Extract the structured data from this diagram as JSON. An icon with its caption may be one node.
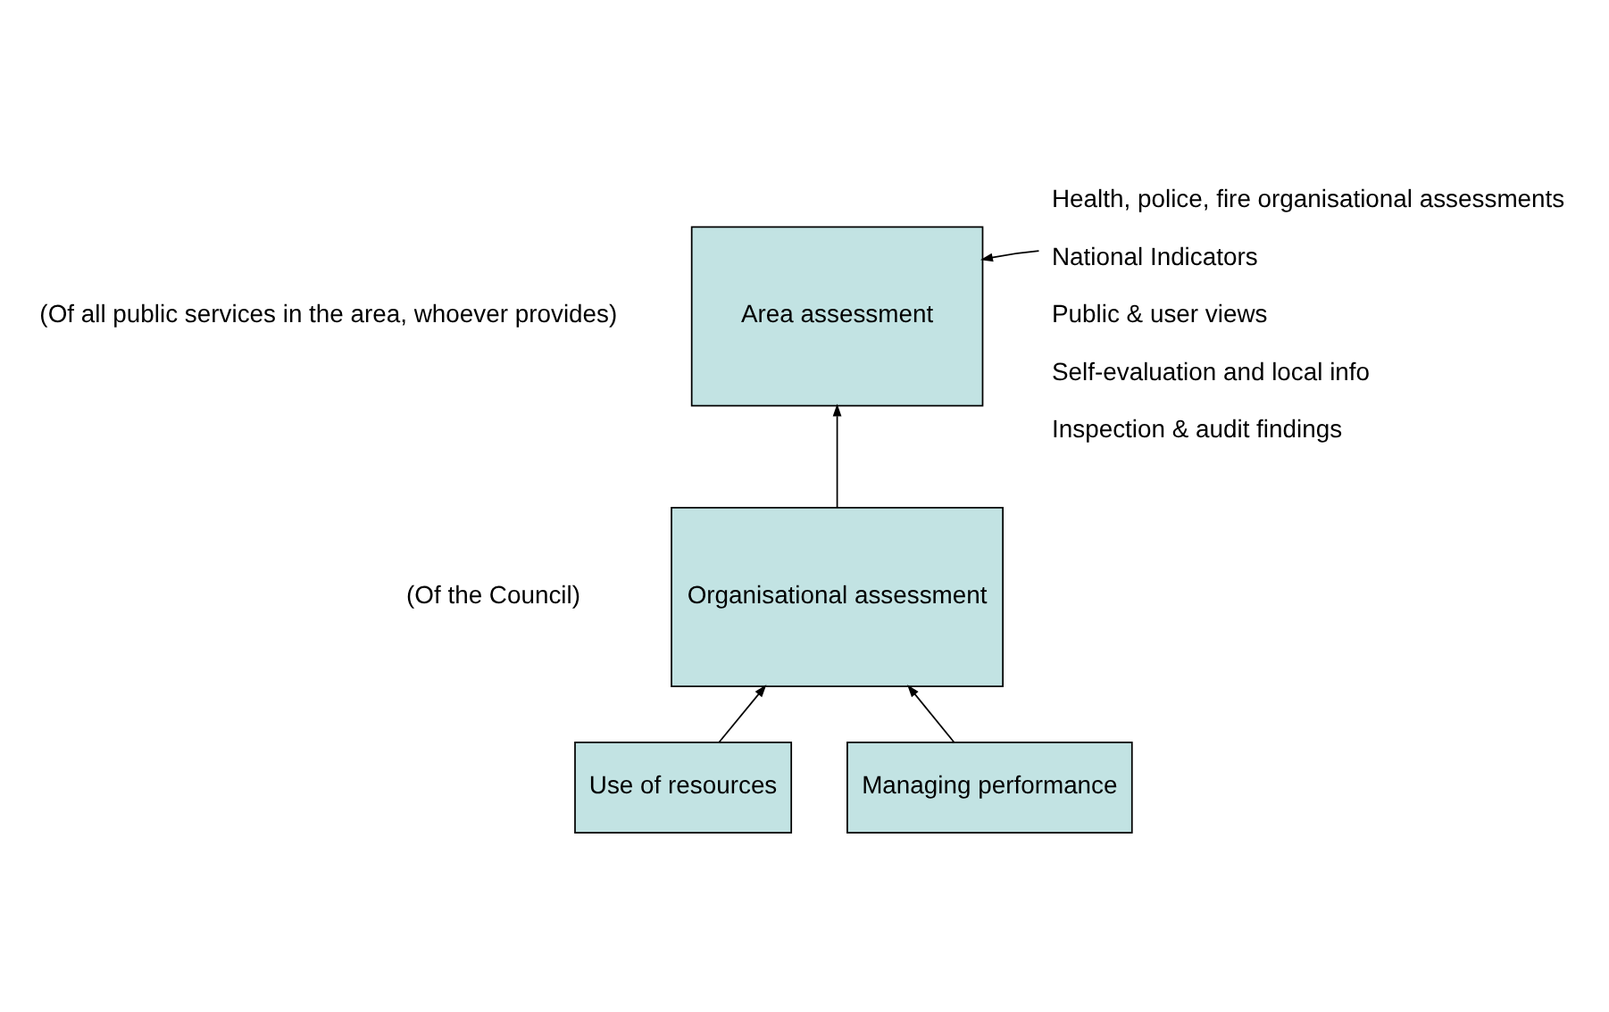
{
  "diagram": {
    "nodes": [
      {
        "text": [
          "Area assessment"
        ],
        "beside": [
          "(Of all public services in the area, whoever provides)"
        ]
      },
      {
        "text": [
          "Organisational assessment"
        ],
        "beside": [
          "(Of the Council)"
        ]
      },
      {
        "text": [
          "Use of resources"
        ]
      },
      {
        "text": [
          "Managing performance"
        ]
      },
      {
        "text": [
          "Health, police, fire organisational assessments",
          "National Indicators",
          "Public & user views",
          "Self-evaluation and local info",
          "Inspection & audit findings"
        ]
      }
    ],
    "edges": [
      {
        "from": 1,
        "to": 0,
        "arrow": "to"
      },
      {
        "from": 2,
        "to": 1,
        "arrow": "to"
      },
      {
        "from": 3,
        "to": 1,
        "arrow": "to"
      },
      {
        "from": 4,
        "to": 0,
        "arrow": "to"
      }
    ]
  }
}
